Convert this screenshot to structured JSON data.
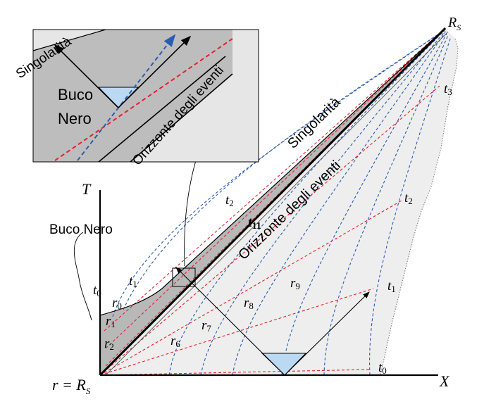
{
  "diagram": {
    "axes": {
      "x_label": "X",
      "y_label": "T",
      "origin_label_prefix": "r = R",
      "origin_label_sub": "S",
      "corner_label": "R",
      "corner_label_sub": "S"
    },
    "main_labels": {
      "singularity": "Singolarità",
      "horizon": "Orizzonte degli eventi",
      "black_hole": "Buco Nero",
      "t11": "t11"
    },
    "time_labels": [
      {
        "id": "t0_right",
        "text": "t0"
      },
      {
        "id": "t1_right",
        "text": "t1"
      },
      {
        "id": "t2_right",
        "text": "t2"
      },
      {
        "id": "t3_right",
        "text": "t3"
      },
      {
        "id": "t0_left",
        "text": "t0"
      },
      {
        "id": "t1_left",
        "text": "t1"
      },
      {
        "id": "t2_inner",
        "text": "t2"
      }
    ],
    "radius_labels": [
      {
        "id": "r0",
        "text": "r0"
      },
      {
        "id": "r1",
        "text": "r1"
      },
      {
        "id": "r2",
        "text": "r2"
      },
      {
        "id": "r6",
        "text": "r6"
      },
      {
        "id": "r7",
        "text": "r7"
      },
      {
        "id": "r8",
        "text": "r8"
      },
      {
        "id": "r9",
        "text": "r9"
      }
    ],
    "inset": {
      "singularity": "Singolarità",
      "black_hole_line1": "Buco",
      "black_hole_line2": "Nero",
      "horizon": "Orizzonte degli eventi"
    },
    "colors": {
      "shade_outside": "#eeeeee",
      "shade_inside": "#b8b8b8",
      "inset_inside": "#bdbdbd",
      "inset_outside": "#e6e6e6",
      "red_dashed": "#e8202a",
      "blue_dashed": "#2a5db0",
      "light_cone": "#bcd9f3",
      "black": "#000000"
    }
  }
}
